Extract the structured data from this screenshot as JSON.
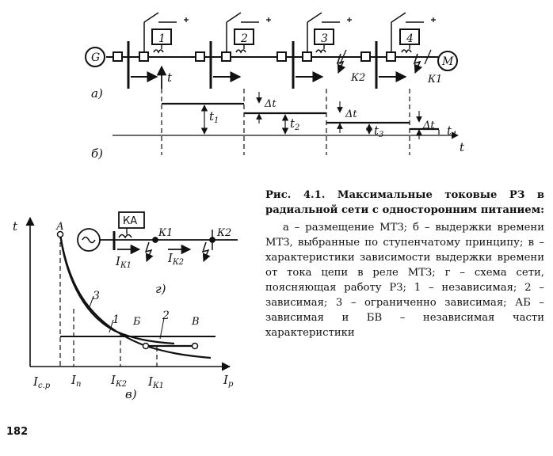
{
  "figure": {
    "part_a_label": "а)",
    "part_b_label": "б)",
    "part_v_label": "в)",
    "part_g_label": "г)",
    "generator_label": "G",
    "motor_label": "M",
    "relay_numbers": [
      "1",
      "2",
      "3",
      "4"
    ],
    "fault_k2": "К2",
    "fault_k1": "К1",
    "time_t_label": "t",
    "delta_t": "Δt",
    "t1": "t",
    "t1_sub": "1",
    "t2": "t",
    "t2_sub": "2",
    "t3": "t",
    "t3_sub": "3",
    "t4": "t",
    "t4_sub": "4",
    "axis_t": "t",
    "ka_label": "КА",
    "scheme_k1": "К1",
    "scheme_k2": "К2",
    "ik1": "I",
    "ik1_sub": "К1",
    "ik2": "I",
    "ik2_sub": "К2",
    "curve_pt_a": "А",
    "curve_pt_b": "Б",
    "curve_pt_v": "В",
    "curve_num_1": "1",
    "curve_num_2": "2",
    "curve_num_3": "3",
    "xtick_icp": "I",
    "xtick_icp_sub": "с.р",
    "xtick_in": "I",
    "xtick_in_sub": "п",
    "xtick_ik2": "I",
    "xtick_ik2_sub": "К2",
    "xtick_ik1": "I",
    "xtick_ik1_sub": "К1",
    "xaxis_ip": "I",
    "xaxis_ip_sub": "р"
  },
  "caption": {
    "title": "Рис. 4.1. Максимальные токовые РЗ в радиальной сети с односторонним питанием:",
    "body": "а – размещение МТЗ; б – выдержки времени МТЗ, выбранные по ступенчатому принципу; в – характеристики зависимости выдержки времени от тока цепи в реле МТЗ; г – схема сети, поясняющая работу РЗ; 1 – независимая; 2 – зависимая; 3 – ограниченно зависимая; АБ – зависимая и БВ – независимая части характеристики"
  },
  "page_number": "182"
}
